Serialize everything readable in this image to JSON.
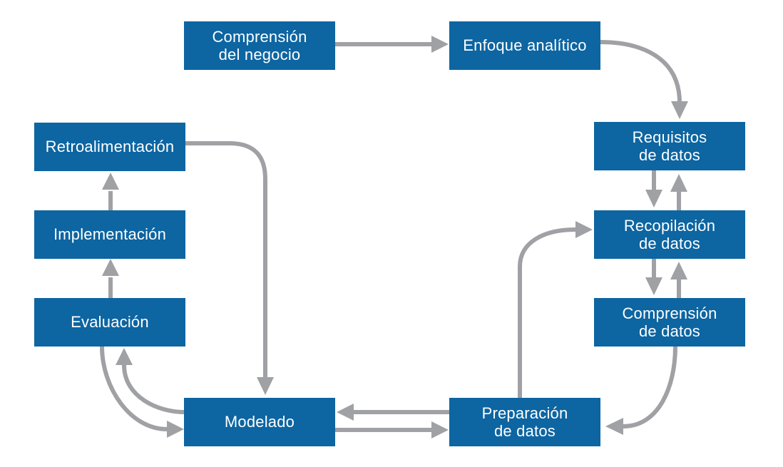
{
  "colors": {
    "box": "#0d65a1",
    "arrow": "#a0a1a4",
    "text": "#ffffff",
    "background": "#ffffff"
  },
  "nodes": [
    {
      "id": "comprension-negocio",
      "label": "Comprensión\ndel negocio"
    },
    {
      "id": "enfoque-analitico",
      "label": "Enfoque analítico"
    },
    {
      "id": "requisitos-datos",
      "label": "Requisitos\nde datos"
    },
    {
      "id": "recopilacion-datos",
      "label": "Recopilación\nde datos"
    },
    {
      "id": "comprension-datos",
      "label": "Comprensión\nde datos"
    },
    {
      "id": "preparacion-datos",
      "label": "Preparación\nde datos"
    },
    {
      "id": "modelado",
      "label": "Modelado"
    },
    {
      "id": "evaluacion",
      "label": "Evaluación"
    },
    {
      "id": "implementacion",
      "label": "Implementación"
    },
    {
      "id": "retroalimentacion",
      "label": "Retroalimentación"
    }
  ],
  "edges": [
    {
      "from": "comprension-negocio",
      "to": "enfoque-analitico"
    },
    {
      "from": "enfoque-analitico",
      "to": "requisitos-datos"
    },
    {
      "from": "requisitos-datos",
      "to": "recopilacion-datos"
    },
    {
      "from": "recopilacion-datos",
      "to": "requisitos-datos"
    },
    {
      "from": "recopilacion-datos",
      "to": "comprension-datos"
    },
    {
      "from": "comprension-datos",
      "to": "recopilacion-datos"
    },
    {
      "from": "comprension-datos",
      "to": "preparacion-datos"
    },
    {
      "from": "preparacion-datos",
      "to": "recopilacion-datos"
    },
    {
      "from": "preparacion-datos",
      "to": "modelado"
    },
    {
      "from": "modelado",
      "to": "preparacion-datos"
    },
    {
      "from": "retroalimentacion",
      "to": "modelado"
    },
    {
      "from": "evaluacion",
      "to": "modelado"
    },
    {
      "from": "modelado",
      "to": "evaluacion"
    },
    {
      "from": "evaluacion",
      "to": "implementacion"
    },
    {
      "from": "implementacion",
      "to": "retroalimentacion"
    }
  ]
}
